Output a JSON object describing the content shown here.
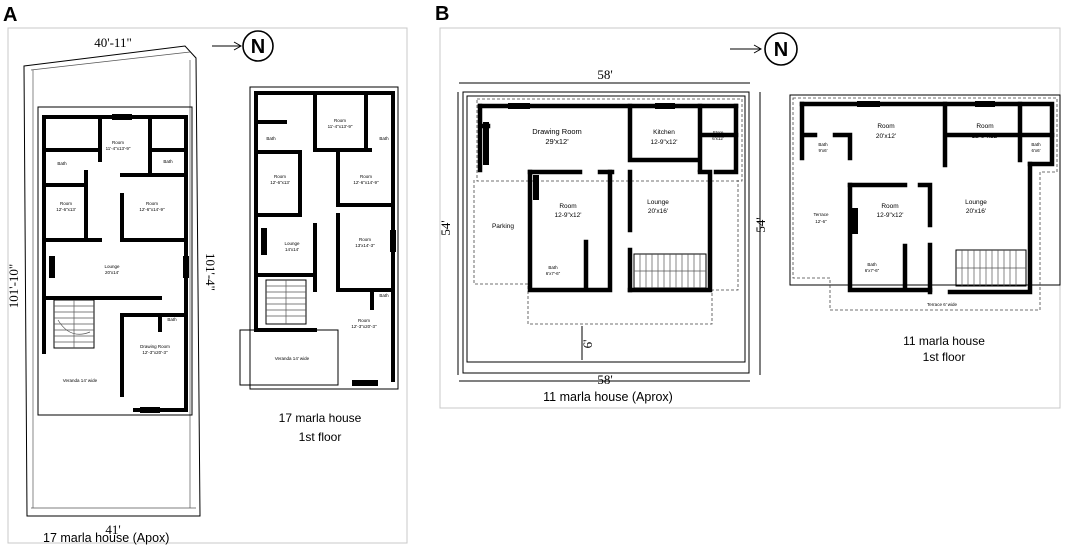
{
  "panels": {
    "A": {
      "letter": "A",
      "plan1": {
        "north": "N",
        "dim_top": "40'-11\"",
        "dim_bottom": "41'",
        "dim_left": "101'-10\"",
        "dim_right": "101'-4\"",
        "rooms": {
          "room_top": "Room",
          "room_top_size": "11'-4\"x13'-9\"",
          "bath1": "Bath",
          "bath2": "Bath",
          "room_left": "Room",
          "room_left_size": "12'-6\"x13'",
          "room_right": "Room",
          "room_right_size": "12'-6\"x14'-9\"",
          "lounge": "Lounge",
          "lounge_size": "20'x14'",
          "bath3": "Bath",
          "drawing": "Drawing Room",
          "drawing_size": "12'-3\"x20'-3\"",
          "veranda": "Veranda 14' wide"
        },
        "caption": "17 marla house (Apox)"
      },
      "plan2": {
        "rooms": {
          "room_top": "Room",
          "room_top_size": "11'-4\"x13'-9\"",
          "bath1": "Bath",
          "bath2": "Bath",
          "room_left": "Room",
          "room_left_size": "12'-6\"x13'",
          "room_right": "Room",
          "room_right_size": "12'-6\"x14'-9\"",
          "lounge": "Lounge",
          "lounge_size": "14'x14'",
          "room_mid": "Room",
          "room_mid_size": "13'x14'-3\"",
          "bath3": "Bath",
          "room_bottom": "Room",
          "room_bottom_size": "12'-3\"x20'-3\"",
          "veranda": "Veranda 14' wide"
        },
        "caption_line1": "17 marla house",
        "caption_line2": "1st floor"
      }
    },
    "B": {
      "letter": "B",
      "plan1": {
        "north": "N",
        "dim_top": "58'",
        "dim_bottom": "58'",
        "dim_left": "54'",
        "dim_right": "54'",
        "dim_setback": "6'",
        "rooms": {
          "drawing": "Drawing Room",
          "drawing_size": "29'x12'",
          "kitchen": "Kitchen",
          "kitchen_size": "12-9\"x12'",
          "store": "Store",
          "store_size": "6'x12'",
          "parking": "Parking",
          "room": "Room",
          "room_size": "12-9\"x12'",
          "lounge": "Lounge",
          "lounge_size": "20'x16'",
          "bath": "Bath",
          "bath_size": "6'x7'-6\""
        },
        "caption": "11 marla house (Aprox)"
      },
      "plan2": {
        "rooms": {
          "room_top": "Room",
          "room_top_size": "20'x12'",
          "room_right": "Room",
          "room_right_size": "12-9\"x12'",
          "bath1": "Bath",
          "bath1_size": "9'x6'",
          "bath2": "Bath",
          "bath2_size": "6'x6'",
          "terrace": "Terrace",
          "terrace_size": "12'-6\"",
          "room_mid": "Room",
          "room_mid_size": "12-9\"x12'",
          "lounge": "Lounge",
          "lounge_size": "20'x16'",
          "bath3": "Bath",
          "bath3_size": "6'x7'-6\"",
          "terrace_bottom": "Terrace 6' wide"
        },
        "caption_line1": "11 marla house",
        "caption_line2": "1st floor"
      }
    }
  }
}
